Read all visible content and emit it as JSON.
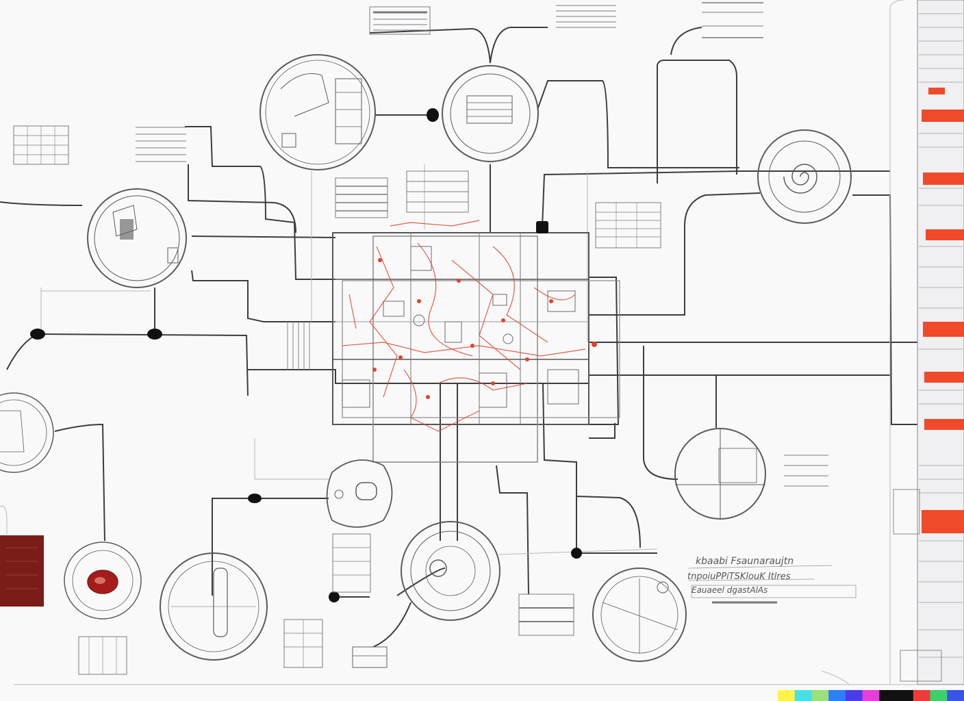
{
  "diagram": {
    "annotation": {
      "lines": [
        "kbaabi Fsaunaraujtn",
        "tnpoiuPPiTSKlouK Itlres",
        "Eauaeel dgastAlAs"
      ]
    }
  },
  "palette": {
    "background": "#f9f9fa",
    "ink": "#5a5a5e",
    "wire": "#3c3c40",
    "faint": "#b8b8bc",
    "red": "#e0442a",
    "dark_red": "#7a1c18",
    "node": "#111111"
  },
  "color_strip": [
    "#fff34a",
    "#45e0e8",
    "#9be07a",
    "#2d7ff7",
    "#4a3de8",
    "#e63ed9",
    "#111111",
    "#111111",
    "#f03a3a",
    "#3dd06a",
    "#3a54e8"
  ]
}
